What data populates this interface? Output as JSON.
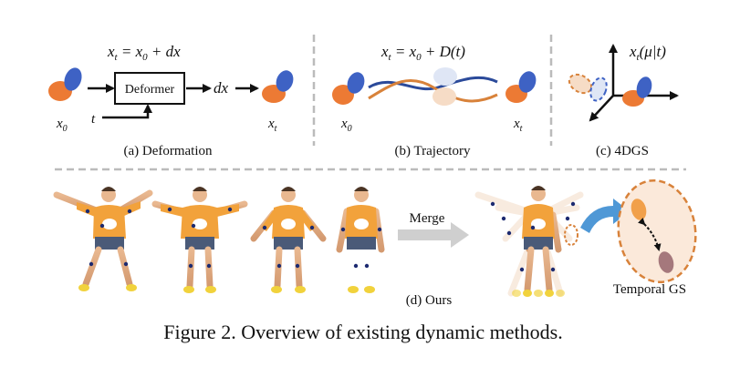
{
  "panels": {
    "a": {
      "equation": "x_t = x_0 + dx",
      "box_label": "Deformer",
      "input_x0": "x_0",
      "input_t": "t",
      "output_dx": "dx",
      "output_xt": "x_t",
      "caption": "(a) Deformation"
    },
    "b": {
      "equation": "x_t = x_0 + D(t)",
      "input_x0": "x_0",
      "output_xt": "x_t",
      "caption": "(b) Trajectory"
    },
    "c": {
      "equation": "x_t(μ|t)",
      "caption": "(c) 4DGS"
    },
    "d": {
      "merge_label": "Merge",
      "caption": "(d)  Ours",
      "callout_label": "Temporal GS"
    }
  },
  "figure_caption": "Figure 2. Overview of existing dynamic methods.",
  "colors": {
    "orange": "#ec7a34",
    "blue": "#3e62c4",
    "trajectory_blue": "#2b4a9a",
    "trajectory_orange": "#d8823a",
    "divider": "#bbbbbb",
    "callout_fill": "#fbe9da",
    "merge_arrow": "#cfcfcf",
    "pointer_arrow": "#4f98d6"
  }
}
